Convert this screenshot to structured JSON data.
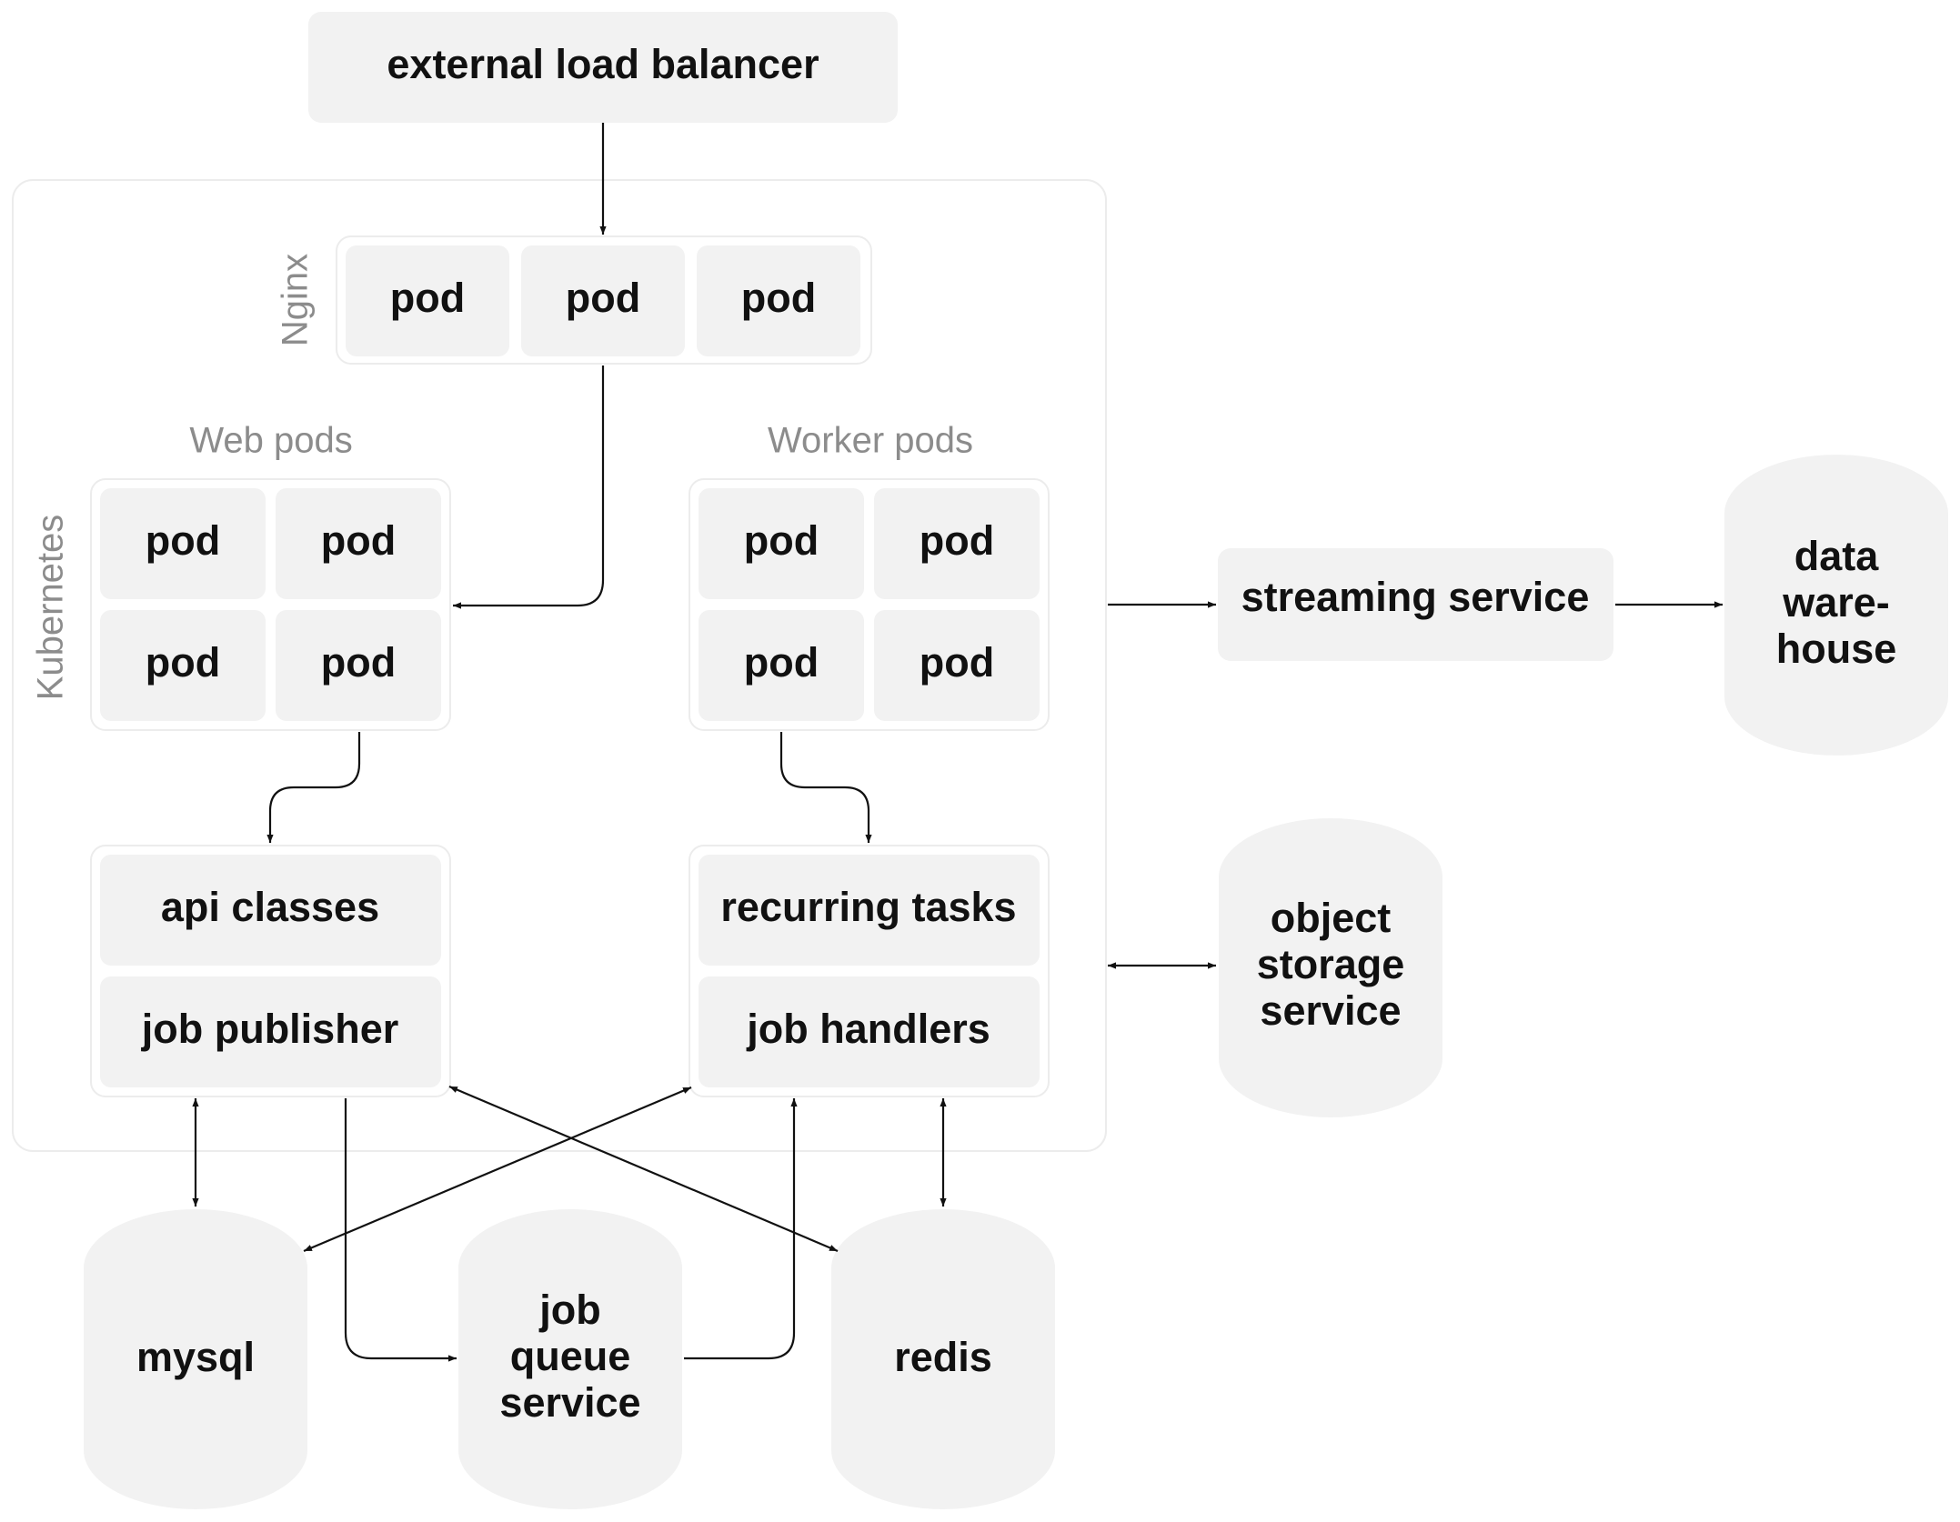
{
  "diagram": {
    "groups": {
      "kubernetes": "Kubernetes",
      "nginx": "Nginx",
      "web_pods": "Web pods",
      "worker_pods": "Worker pods"
    },
    "nodes": {
      "load_balancer": "external load balancer",
      "pod": "pod",
      "api_classes": "api classes",
      "job_publisher": "job publisher",
      "recurring_tasks": "recurring tasks",
      "job_handlers": "job handlers",
      "streaming_service": "streaming service",
      "data_warehouse": [
        "data",
        "ware-",
        "house"
      ],
      "object_storage": [
        "object",
        "storage",
        "service"
      ],
      "mysql": "mysql",
      "job_queue": [
        "job",
        "queue",
        "service"
      ],
      "redis": "redis"
    }
  }
}
